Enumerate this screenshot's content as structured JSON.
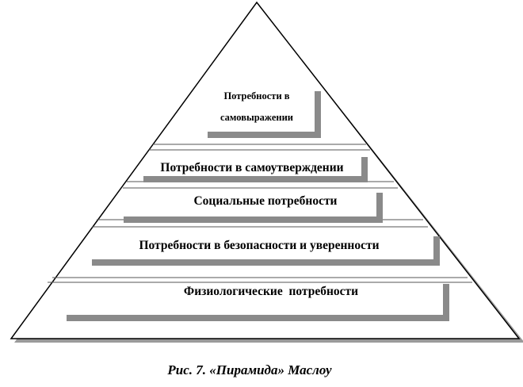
{
  "diagram": {
    "levels": [
      {
        "line1": "Потребности в",
        "line2": "самовыражении"
      },
      {
        "label": "Потребности в самоутверждении"
      },
      {
        "label": "Социальные потребности"
      },
      {
        "label": "Потребности в безопасности и уверенности"
      },
      {
        "label": "Физиологические  потребности"
      }
    ],
    "shadow_color": "#8a8a8a",
    "line_color": "#000000"
  },
  "caption": "Рис. 7. «Пирамида» Маслоу"
}
